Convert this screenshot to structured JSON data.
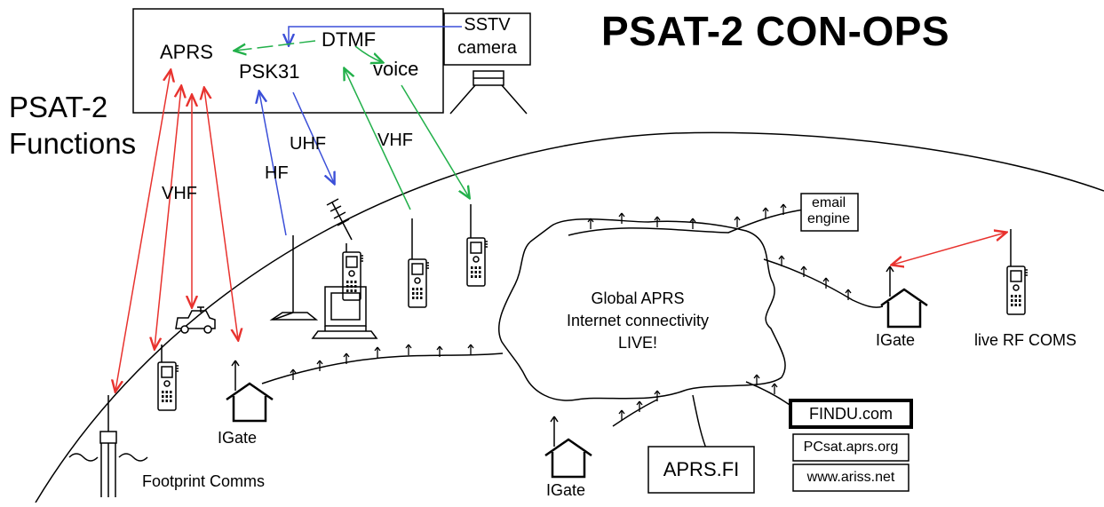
{
  "title": "PSAT-2 CON-OPS",
  "functions_label": {
    "line1": "PSAT-2",
    "line2": "Functions"
  },
  "satellite": {
    "aprs": "APRS",
    "dtmf": "DTMF",
    "psk31": "PSK31",
    "voice": "voice",
    "sstv": {
      "line1": "SSTV",
      "line2": "camera"
    }
  },
  "links": {
    "vhf_aprs": "VHF",
    "hf": "HF",
    "uhf": "UHF",
    "vhf_voice": "VHF"
  },
  "cloud": {
    "line1": "Global APRS",
    "line2": "Internet connectivity",
    "line3": "LIVE!"
  },
  "ground": {
    "footprint": "Footprint Comms",
    "igate_left": "IGate",
    "igate_bottom": "IGate",
    "igate_right": "IGate",
    "live_rf": "live RF COMS",
    "email": {
      "line1": "email",
      "line2": "engine"
    },
    "aprs_fi": "APRS.FI",
    "servers": [
      "FINDU.com",
      "PCsat.aprs.org",
      "www.ariss.net"
    ]
  },
  "colors": {
    "red": "#e8322e",
    "green": "#22b04a",
    "blue": "#3b4fd8",
    "ink": "#000000"
  }
}
